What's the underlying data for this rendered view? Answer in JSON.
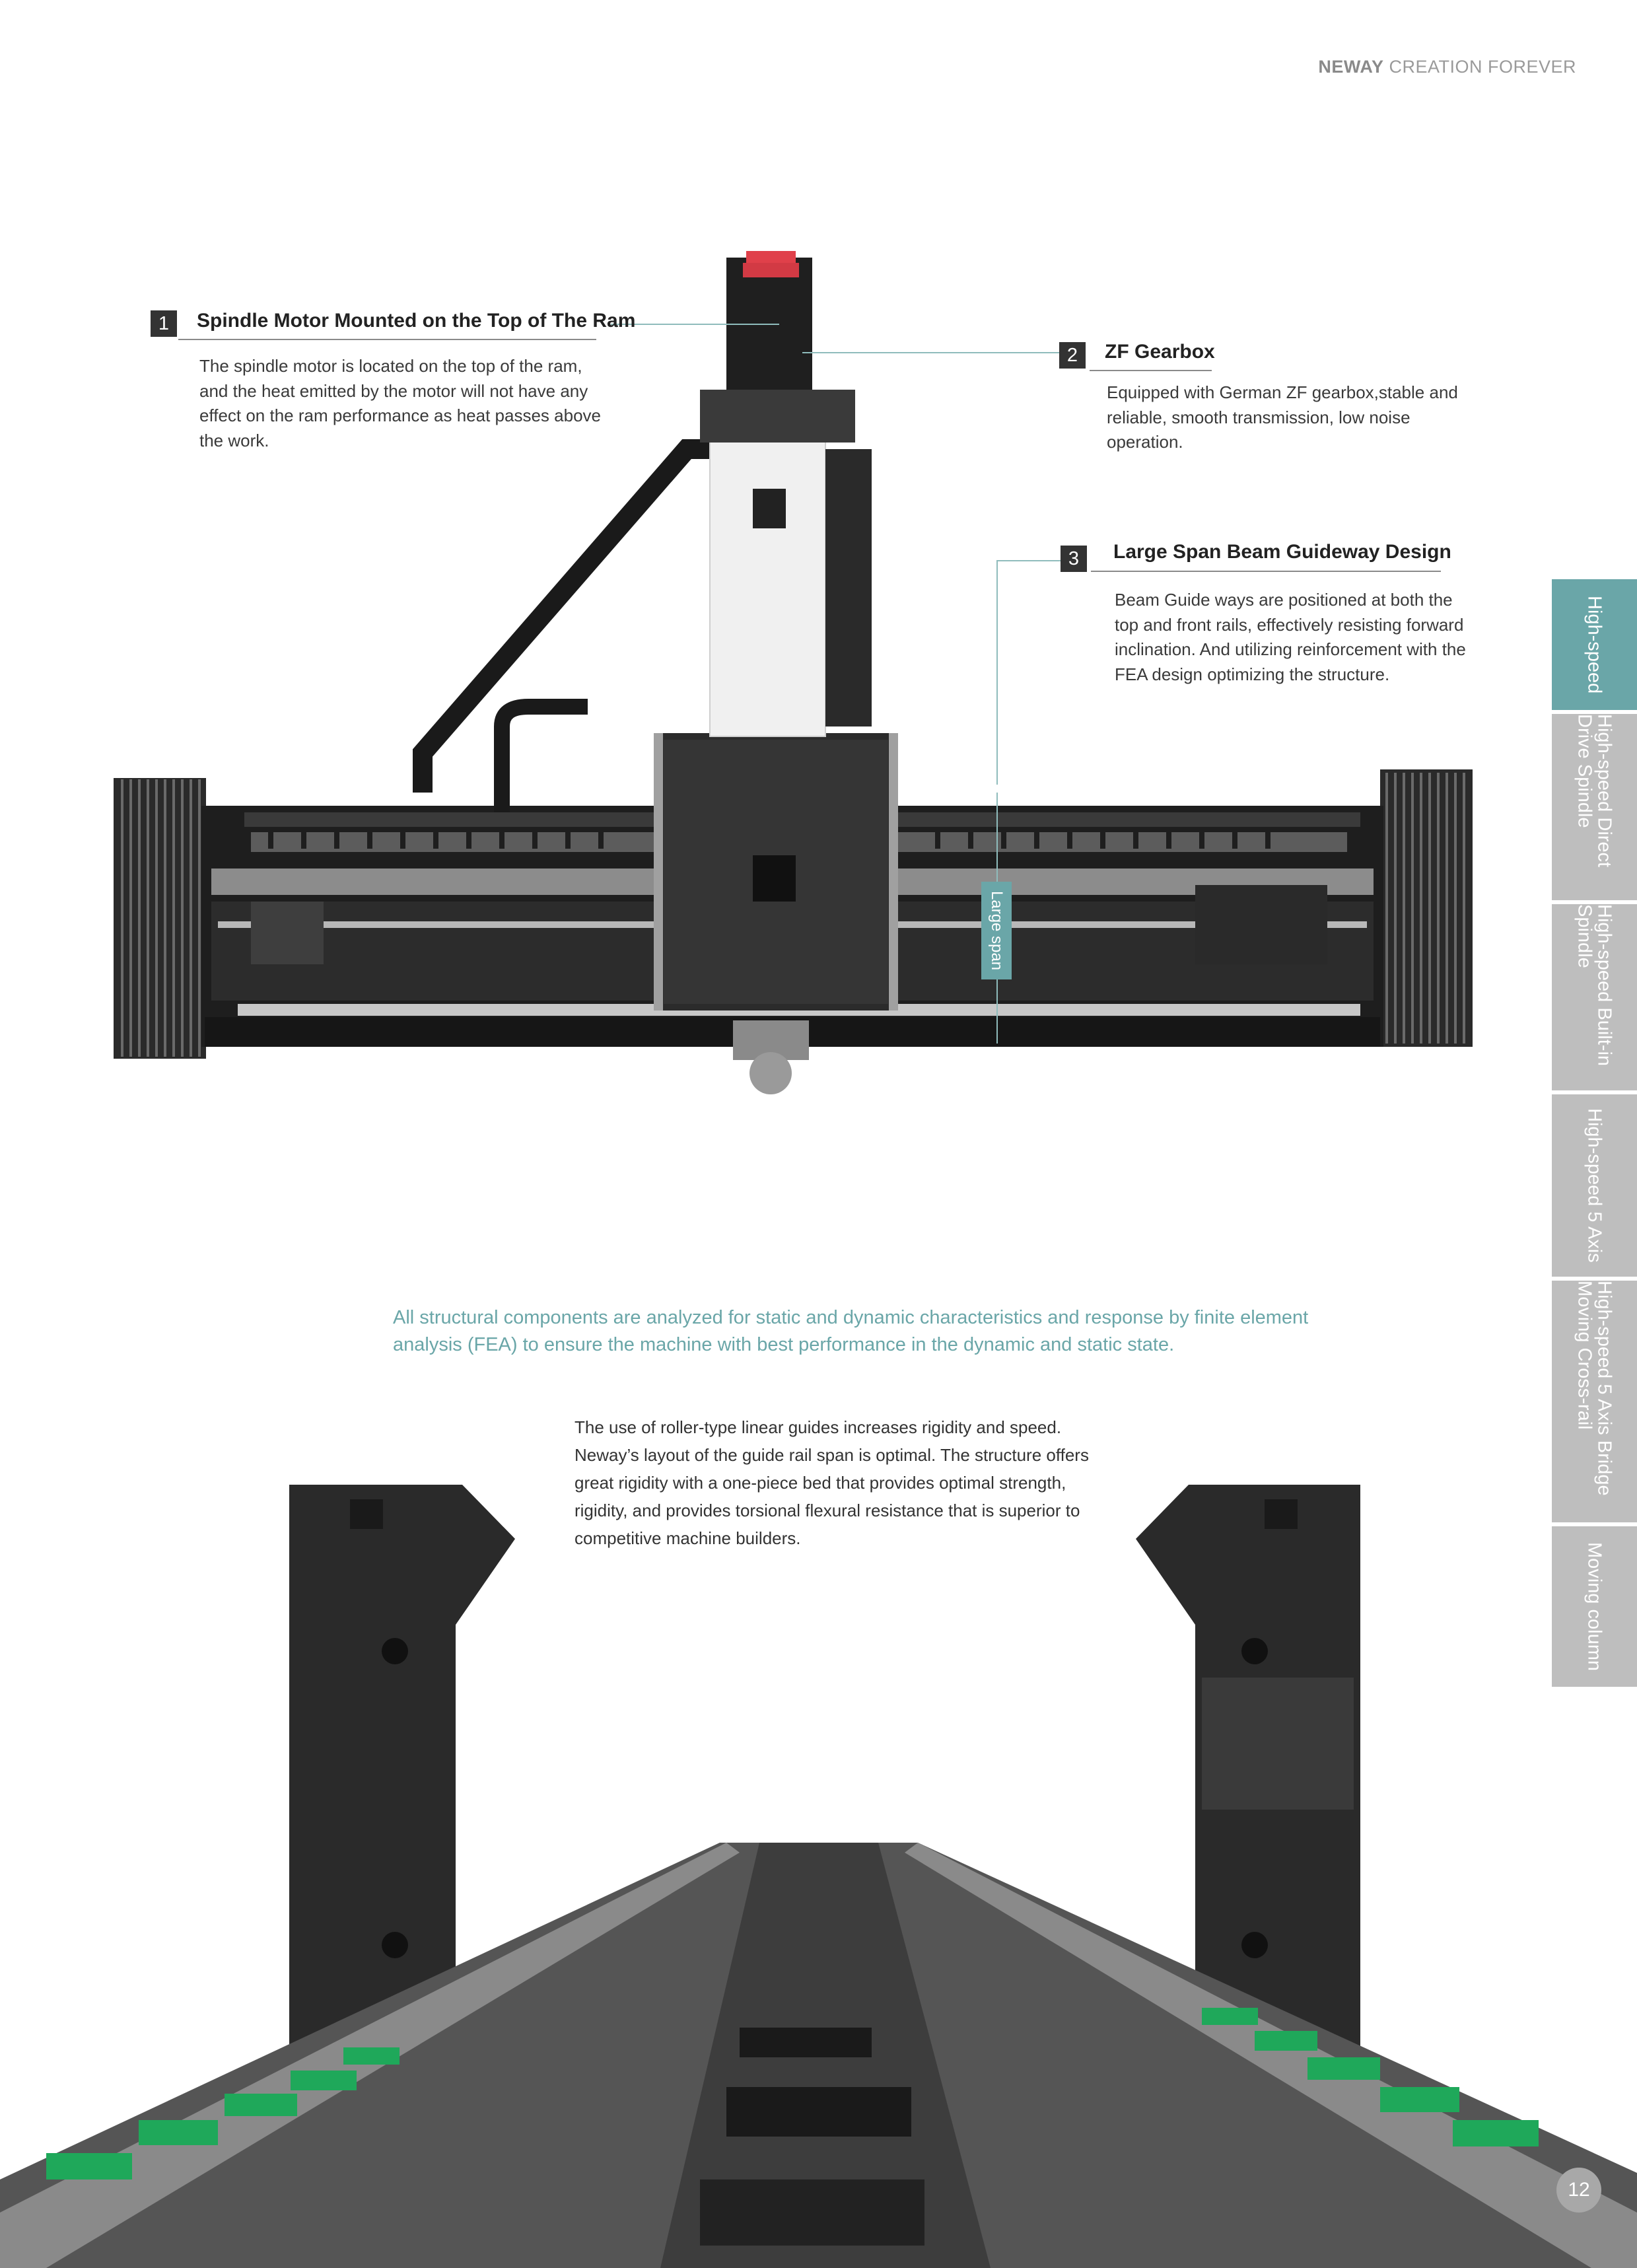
{
  "header": {
    "brand_bold": "NEWAY",
    "brand_rest": "CREATION FOREVER"
  },
  "callouts": [
    {
      "number": "1",
      "title": "Spindle Motor Mounted on the Top of The Ram",
      "body": "The spindle motor is located on the top of the ram, and the heat emitted by the motor will not have any effect on the ram performance as heat passes above the work."
    },
    {
      "number": "2",
      "title": "ZF Gearbox",
      "body": "Equipped with German ZF gearbox,stable and reliable, smooth transmission, low noise operation."
    },
    {
      "number": "3",
      "title": "Large Span Beam Guideway Design",
      "body": "Beam Guide ways are positioned at both the top and front rails, effectively resisting forward inclination. And utilizing reinforcement with the FEA design optimizing the structure."
    }
  ],
  "large_span_label": "Large span",
  "side_tabs": [
    {
      "label": "High-speed",
      "active": true
    },
    {
      "label": "High-speed Direct Drive Spindle",
      "active": false
    },
    {
      "label": "High-speed Built-in Spindle",
      "active": false
    },
    {
      "label": "High-speed 5 Axis",
      "active": false
    },
    {
      "label": "High-speed 5 Axis Bridge Moving Cross-rail",
      "active": false
    },
    {
      "label": "Moving column",
      "active": false
    }
  ],
  "fea_text": "All structural components are analyzed for static and dynamic characteristics and response by finite element analysis (FEA) to ensure the machine with best performance in the dynamic and static state.",
  "guide_text": "The use of roller-type linear guides increases rigidity and speed. Neway’s layout of the guide rail span is optimal. The structure offers great rigidity with a one-piece bed that provides optimal strength, rigidity, and provides torsional flexural resistance that is superior to competitive machine builders.",
  "page_number": "12",
  "colors": {
    "accent": "#6aa6a8",
    "tab_inactive": "#bebebe",
    "rail_green": "#1fa85a"
  }
}
